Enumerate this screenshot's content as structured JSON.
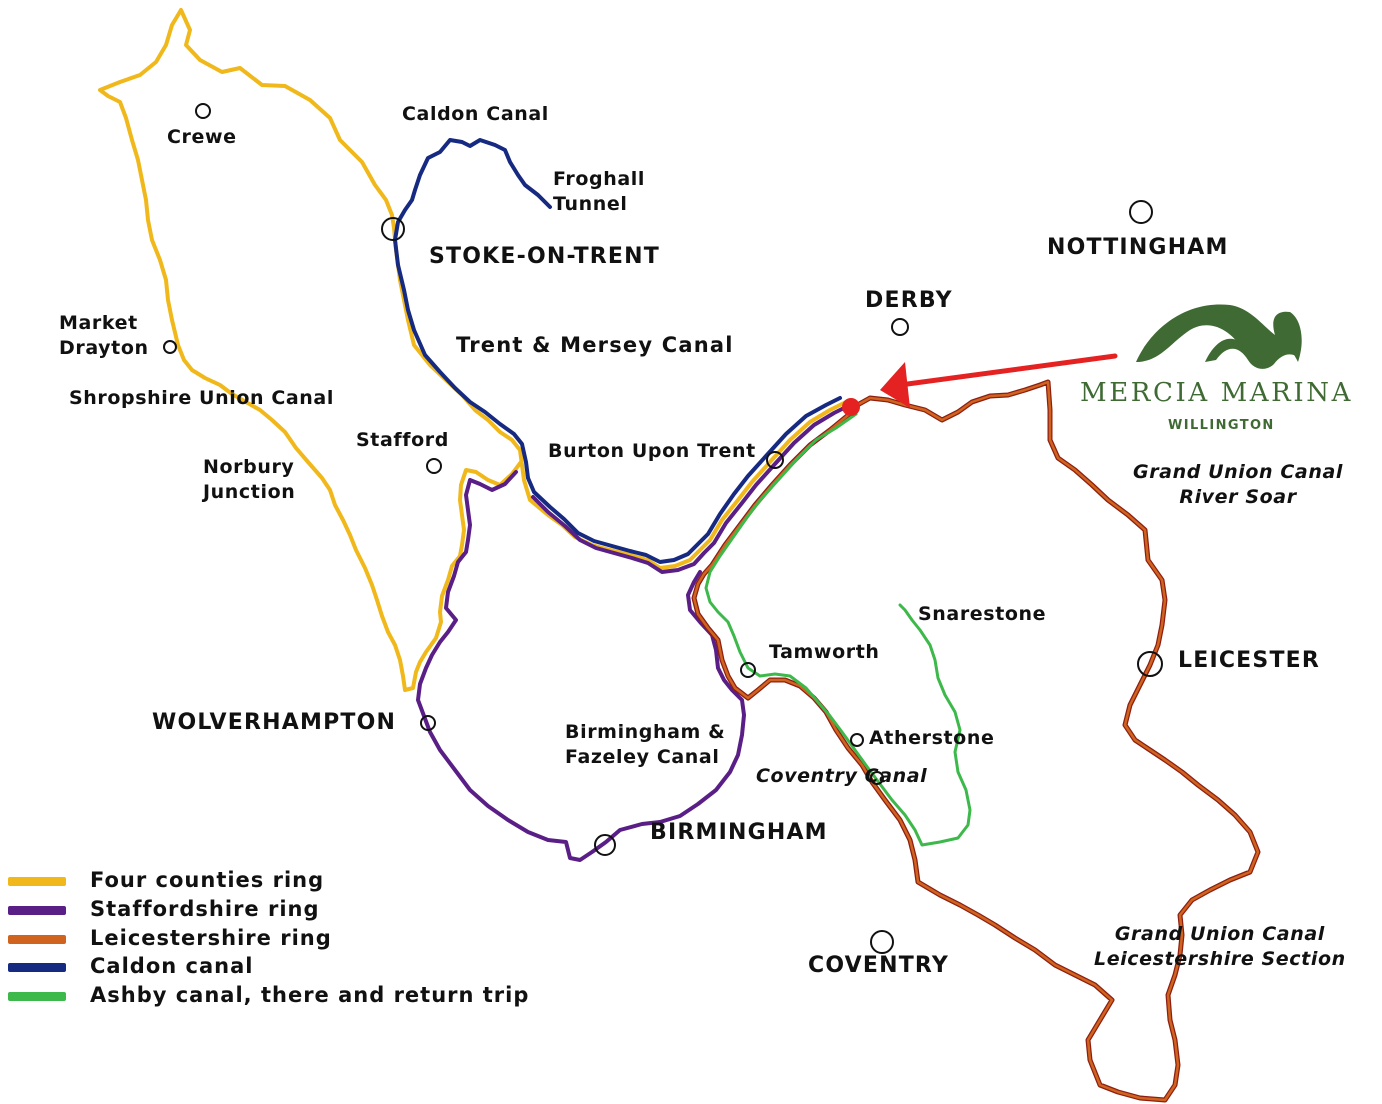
{
  "labels": {
    "crewe": "Crewe",
    "caldon_canal": "Caldon Canal",
    "froghall_tunnel": "Froghall\nTunnel",
    "stoke": "STOKE-ON-TRENT",
    "nottingham": "NOTTINGHAM",
    "derby": "DERBY",
    "market_drayton": "Market\nDrayton",
    "trent_mersey": "Trent & Mersey Canal",
    "shropshire_union": "Shropshire Union Canal",
    "stafford": "Stafford",
    "burton": "Burton Upon Trent",
    "norbury": "Norbury\nJunction",
    "grand_union_soar": "Grand Union Canal\nRiver Soar",
    "snarestone": "Snarestone",
    "tamworth": "Tamworth",
    "leicester": "LEICESTER",
    "wolverhampton": "WOLVERHAMPTON",
    "birmingham_fazeley": "Birmingham &\nFazeley Canal",
    "atherstone": "Atherstone",
    "coventry_canal": "Coventry Canal",
    "birmingham": "BIRMINGHAM",
    "grand_union_leics": "Grand Union Canal\nLeicestershire Section",
    "coventry": "COVENTRY"
  },
  "logo": {
    "name": "MERCIA MARINA",
    "subtitle": "WILLINGTON",
    "color": "#3f6a33"
  },
  "legend": [
    {
      "label": "Four counties ring",
      "color": "#f0b81a"
    },
    {
      "label": "Staffordshire ring",
      "color": "#5a1f86"
    },
    {
      "label": "Leicestershire ring",
      "color": "#d0641e"
    },
    {
      "label": "Caldon canal",
      "color": "#152a80"
    },
    {
      "label": "Ashby canal, there and return trip",
      "color": "#3db84a"
    }
  ],
  "colors": {
    "four_counties": "#f0b81a",
    "staffordshire": "#5a1f86",
    "leicestershire": "#d0641e",
    "leicestershire_outline": "#8c1f12",
    "caldon": "#152a80",
    "ashby": "#3db84a",
    "marker": "#e52222"
  }
}
